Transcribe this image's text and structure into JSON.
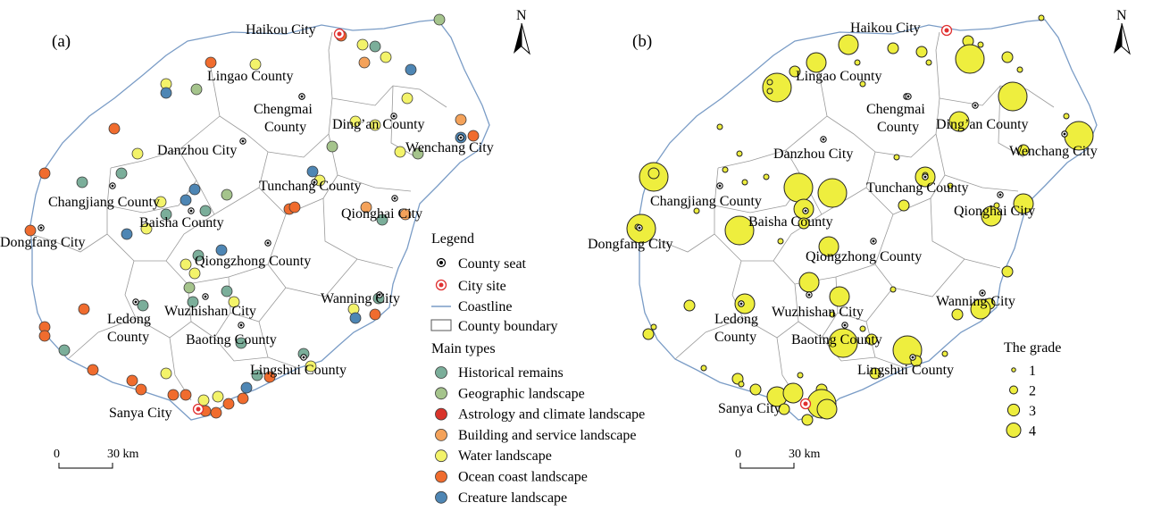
{
  "panels": [
    {
      "label": "(a)",
      "scale_bar": {
        "start": "0",
        "end": "30 km"
      },
      "north": "N",
      "places": [
        {
          "name": "Haikou City",
          "kind": "city"
        },
        {
          "name": "Lingao County",
          "kind": "county"
        },
        {
          "name": "Chengmai",
          "kind": "county",
          "line2": "County"
        },
        {
          "name": "Ding’an County",
          "kind": "county"
        },
        {
          "name": "Danzhou City",
          "kind": "county"
        },
        {
          "name": "Wenchang City",
          "kind": "county"
        },
        {
          "name": "Changjiang County",
          "kind": "county"
        },
        {
          "name": "Tunchang County",
          "kind": "county"
        },
        {
          "name": "Qionghai City",
          "kind": "county"
        },
        {
          "name": "Baisha County",
          "kind": "county"
        },
        {
          "name": "Dongfang City",
          "kind": "county"
        },
        {
          "name": "Qiongzhong County",
          "kind": "county"
        },
        {
          "name": "Wanning City",
          "kind": "county"
        },
        {
          "name": "Wuzhishan City",
          "kind": "county"
        },
        {
          "name": "Ledong",
          "kind": "county",
          "line2": "County"
        },
        {
          "name": "Baoting County",
          "kind": "county"
        },
        {
          "name": "Lingshui County",
          "kind": "county"
        },
        {
          "name": "Sanya City",
          "kind": "city"
        }
      ]
    },
    {
      "label": "(b)",
      "scale_bar": {
        "start": "0",
        "end": "30 km"
      },
      "north": "N",
      "places": [
        {
          "name": "Haikou City",
          "kind": "city"
        },
        {
          "name": "Lingao County",
          "kind": "county"
        },
        {
          "name": "Chengmai",
          "kind": "county",
          "line2": "County"
        },
        {
          "name": "Ding’an County",
          "kind": "county"
        },
        {
          "name": "Danzhou City",
          "kind": "county"
        },
        {
          "name": "Wenchang City",
          "kind": "county"
        },
        {
          "name": "Changjiang County",
          "kind": "county"
        },
        {
          "name": "Tunchang County",
          "kind": "county"
        },
        {
          "name": "Qionghai City",
          "kind": "county"
        },
        {
          "name": "Baisha County",
          "kind": "county"
        },
        {
          "name": "Dongfang City",
          "kind": "county"
        },
        {
          "name": "Qiongzhong County",
          "kind": "county"
        },
        {
          "name": "Wanning City",
          "kind": "county"
        },
        {
          "name": "Wuzhishan City",
          "kind": "county"
        },
        {
          "name": "Ledong",
          "kind": "county",
          "line2": "County"
        },
        {
          "name": "Baoting County",
          "kind": "county"
        },
        {
          "name": "Lingshui County",
          "kind": "county"
        },
        {
          "name": "Sanya City",
          "kind": "city"
        }
      ]
    }
  ],
  "legend": {
    "title": "Legend",
    "items": [
      {
        "label": "County seat",
        "symbol": "county-seat"
      },
      {
        "label": "City site",
        "symbol": "city-site"
      },
      {
        "label": "Coastline",
        "symbol": "coastline"
      },
      {
        "label": "County boundary",
        "symbol": "county-boundary"
      }
    ],
    "types_title": "Main types",
    "types": [
      {
        "label": "Historical remains",
        "color": "#7BAE9A"
      },
      {
        "label": "Geographic landscape",
        "color": "#A5C48C"
      },
      {
        "label": "Astrology and climate landscape",
        "color": "#D9342B"
      },
      {
        "label": "Building and service landscape",
        "color": "#F4A25A"
      },
      {
        "label": "Water landscape",
        "color": "#F3F36A"
      },
      {
        "label": "Ocean coast landscape",
        "color": "#F06C2E"
      },
      {
        "label": "Creature landscape",
        "color": "#4E86B4"
      }
    ]
  },
  "grade_legend": {
    "title": "The grade",
    "grades": [
      {
        "label": "1",
        "value": 1
      },
      {
        "label": "2",
        "value": 2
      },
      {
        "label": "3",
        "value": 3
      },
      {
        "label": "4",
        "value": 4
      }
    ],
    "color": "#EEEE3E"
  },
  "colors": {
    "coast": "#7A9CC6",
    "boundary": "#9A9A9A",
    "seat": "#000000",
    "city_ring": "#E03030"
  }
}
